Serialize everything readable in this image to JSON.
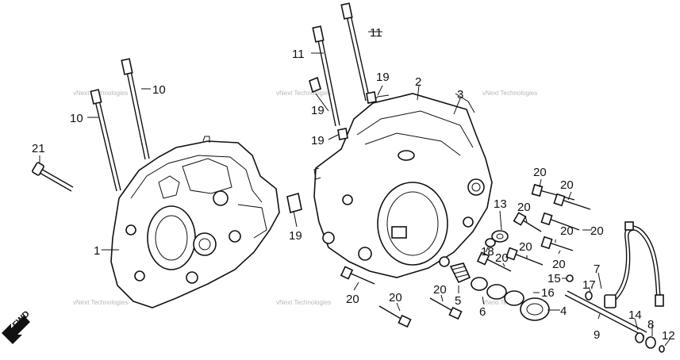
{
  "callouts": [
    {
      "id": "c1",
      "text": "1"
    },
    {
      "id": "c2",
      "text": "2"
    },
    {
      "id": "c3",
      "text": "3"
    },
    {
      "id": "c4",
      "text": "4"
    },
    {
      "id": "c5",
      "text": "5"
    },
    {
      "id": "c6",
      "text": "6"
    },
    {
      "id": "c7",
      "text": "7"
    },
    {
      "id": "c8",
      "text": "8"
    },
    {
      "id": "c9",
      "text": "9"
    },
    {
      "id": "c10a",
      "text": "10"
    },
    {
      "id": "c10b",
      "text": "10"
    },
    {
      "id": "c11a",
      "text": "11"
    },
    {
      "id": "c11b",
      "text": "11"
    },
    {
      "id": "c12",
      "text": "12"
    },
    {
      "id": "c13",
      "text": "13"
    },
    {
      "id": "c14",
      "text": "14"
    },
    {
      "id": "c15",
      "text": "15"
    },
    {
      "id": "c16",
      "text": "16"
    },
    {
      "id": "c17",
      "text": "17"
    },
    {
      "id": "c18",
      "text": "18"
    },
    {
      "id": "c19a",
      "text": "19"
    },
    {
      "id": "c19b",
      "text": "19"
    },
    {
      "id": "c19c",
      "text": "19"
    },
    {
      "id": "c19d",
      "text": "19"
    },
    {
      "id": "c20a",
      "text": "20"
    },
    {
      "id": "c20b",
      "text": "20"
    },
    {
      "id": "c20c",
      "text": "20"
    },
    {
      "id": "c20d",
      "text": "20"
    },
    {
      "id": "c20e",
      "text": "20"
    },
    {
      "id": "c20f",
      "text": "20"
    },
    {
      "id": "c20g",
      "text": "20"
    },
    {
      "id": "c20h",
      "text": "20"
    },
    {
      "id": "c20i",
      "text": "20"
    },
    {
      "id": "c20j",
      "text": "20"
    },
    {
      "id": "c20k",
      "text": "20"
    },
    {
      "id": "c21",
      "text": "21"
    }
  ],
  "watermark": "vNext Technologies",
  "fwd_label": "FWD"
}
